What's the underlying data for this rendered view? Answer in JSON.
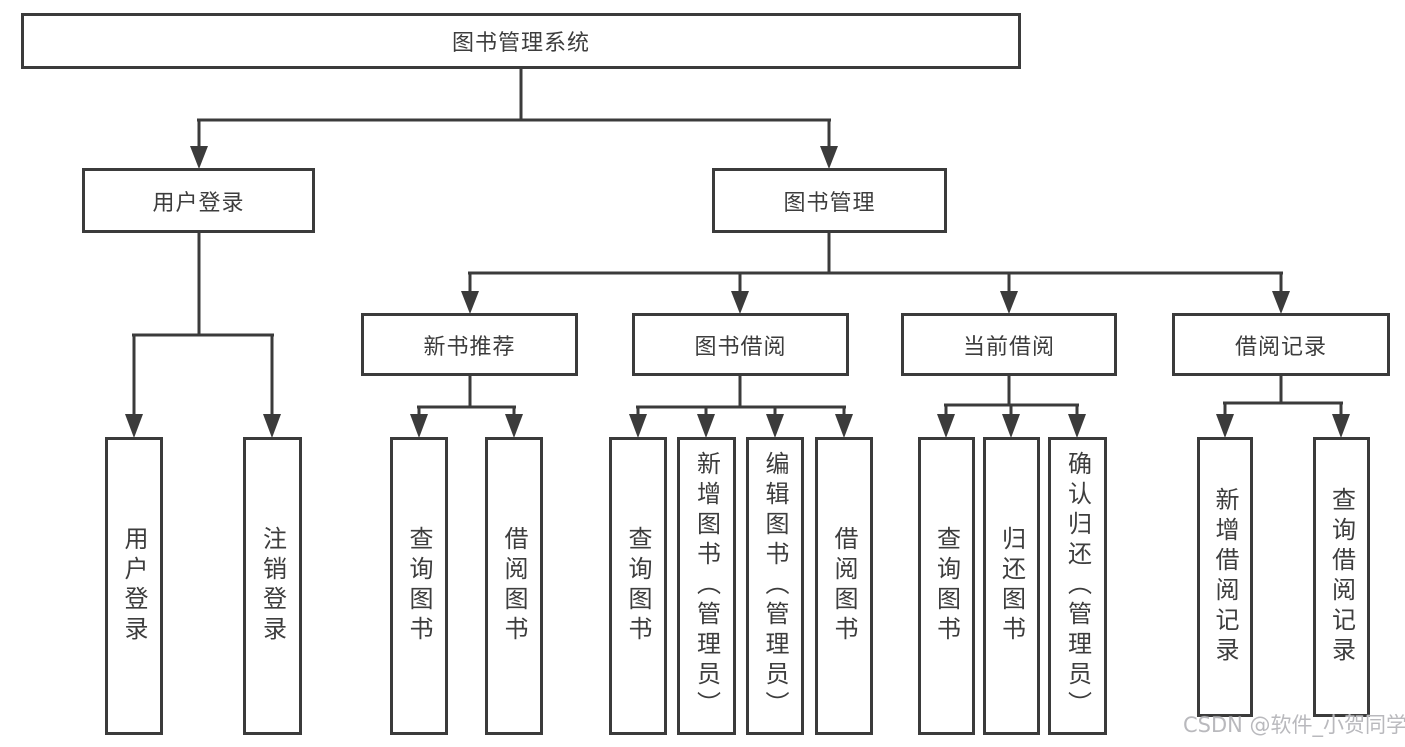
{
  "diagram": {
    "root": {
      "label": "图书管理系统"
    },
    "branches": [
      {
        "label": "用户登录",
        "children": [
          {
            "label": "用户登录"
          },
          {
            "label": "注销登录"
          }
        ]
      },
      {
        "label": "图书管理",
        "groups": [
          {
            "label": "新书推荐",
            "children": [
              {
                "label": "查询图书"
              },
              {
                "label": "借阅图书"
              }
            ]
          },
          {
            "label": "图书借阅",
            "children": [
              {
                "label": "查询图书"
              },
              {
                "label": "新增图书（管理员）"
              },
              {
                "label": "编辑图书（管理员）"
              },
              {
                "label": "借阅图书"
              }
            ]
          },
          {
            "label": "当前借阅",
            "children": [
              {
                "label": "查询图书"
              },
              {
                "label": "归还图书"
              },
              {
                "label": "确认归还（管理员）"
              }
            ]
          },
          {
            "label": "借阅记录",
            "children": [
              {
                "label": "新增借阅记录"
              },
              {
                "label": "查询借阅记录"
              }
            ]
          }
        ]
      }
    ]
  },
  "watermark": {
    "text": "CSDN @软件_小贺同学"
  },
  "colors": {
    "line": "#3b3b3b",
    "box_border": "#3b3b3b",
    "text": "#3d3d3d",
    "watermark": "#b9b9bd",
    "background": "#ffffff"
  }
}
